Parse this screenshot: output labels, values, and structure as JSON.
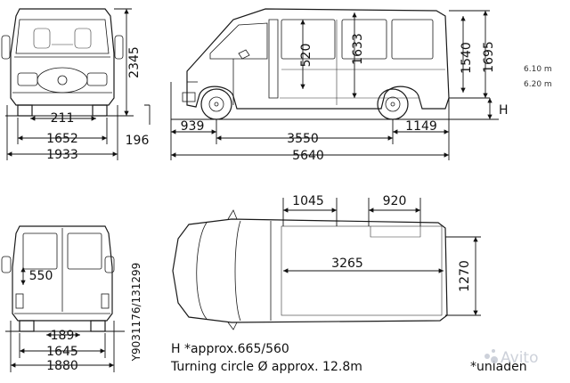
{
  "dimensions": {
    "front_height": "2345",
    "front_offset": "211",
    "front_track": "1652",
    "front_width": "1933",
    "ground_clearance": "196",
    "front_overhang": "939",
    "wheelbase": "3550",
    "rear_overhang": "1149",
    "overall_length": "5640",
    "window_height": "520",
    "cargo_height": "1633",
    "side_door_height": "1540",
    "side_door_alt": "1695",
    "load_height_label": "H",
    "side_door_width": "1045",
    "rear_door_width": "920",
    "cargo_length": "3265",
    "cargo_width": "1270",
    "rear_offset": "550",
    "rear_door_opening": "189",
    "rear_track": "1645",
    "rear_width": "1880",
    "turning_small_1": "6.10 m",
    "turning_small_2": "6.20 m"
  },
  "notes": {
    "h_note": "H  *approx.665/560",
    "turning_circle": "Turning circle Ø approx.  12.8m",
    "unladen": "*unladen"
  },
  "drawing_code": "Y9031176/131299",
  "watermark": {
    "text": "Avito"
  }
}
